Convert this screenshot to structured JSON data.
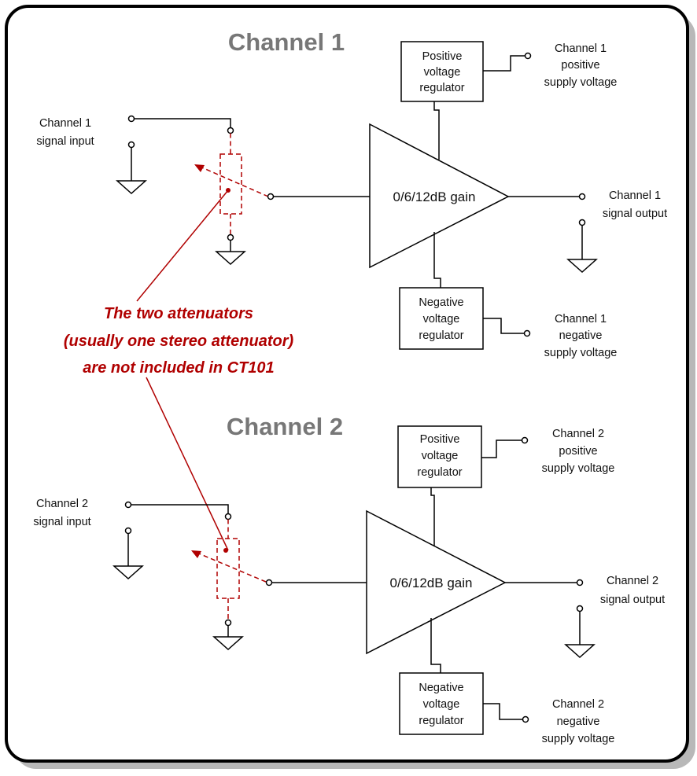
{
  "colors": {
    "accent": "#b00000",
    "title": "#777777",
    "frame": "#000000",
    "shadow": "#b8b8b8"
  },
  "note_lines": [
    "The two attenuators",
    "(usually one stereo attenuator)",
    "are not included in CT101"
  ],
  "channels": [
    {
      "title": "Channel 1",
      "input_label": [
        "Channel 1",
        "signal input"
      ],
      "output_label": [
        "Channel 1",
        "signal output"
      ],
      "amp_label": "0/6/12dB gain",
      "pos_reg": [
        "Positive",
        "voltage",
        "regulator"
      ],
      "neg_reg": [
        "Negative",
        "voltage",
        "regulator"
      ],
      "pos_supply": [
        "Channel 1",
        "positive",
        "supply voltage"
      ],
      "neg_supply": [
        "Channel 1",
        "negative",
        "supply voltage"
      ]
    },
    {
      "title": "Channel 2",
      "input_label": [
        "Channel 2",
        "signal input"
      ],
      "output_label": [
        "Channel 2",
        "signal output"
      ],
      "amp_label": "0/6/12dB gain",
      "pos_reg": [
        "Positive",
        "voltage",
        "regulator"
      ],
      "neg_reg": [
        "Negative",
        "voltage",
        "regulator"
      ],
      "pos_supply": [
        "Channel 2",
        "positive",
        "supply voltage"
      ],
      "neg_supply": [
        "Channel 2",
        "negative",
        "supply voltage"
      ]
    }
  ]
}
